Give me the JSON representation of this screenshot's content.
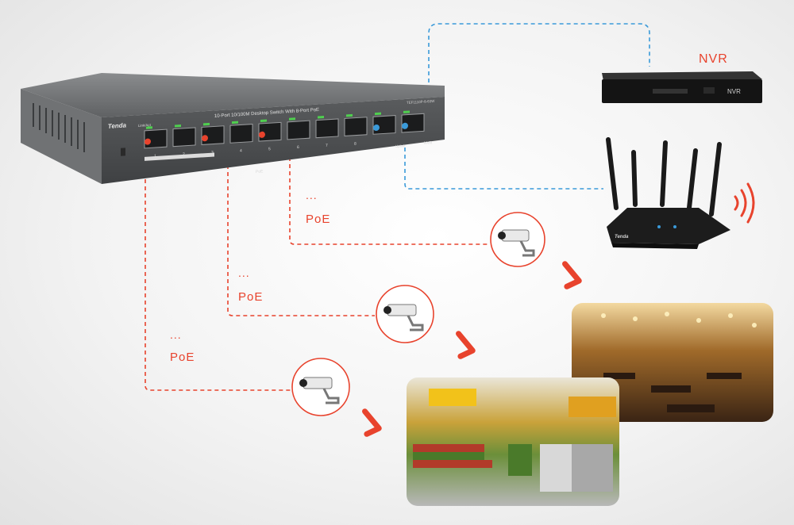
{
  "switch": {
    "brand": "Tenda",
    "title": "10-Port 10/100M Desktop Switch With 8-Port PoE",
    "model": "TEF1110P-8-63W",
    "link_act": "Link/Act",
    "port_numbers": [
      "1",
      "2",
      "3",
      "4",
      "5",
      "6",
      "7",
      "8"
    ],
    "poe_text": "PoE",
    "uplink": "Uplink",
    "nvr_port": "NVR"
  },
  "nvr": {
    "label": "NVR",
    "device_text": "NVR"
  },
  "router": {
    "brand": "Tenda"
  },
  "links": [
    {
      "dots": "...",
      "label": "PoE"
    },
    {
      "dots": "...",
      "label": "PoE"
    },
    {
      "dots": "...",
      "label": "PoE"
    }
  ],
  "colors": {
    "poe_line": "#e8432d",
    "data_line": "#3a9ad9",
    "switch_body": "#6b6d6f"
  },
  "icons": [
    "camera-icon",
    "wifi-signal-icon",
    "arrow-icon"
  ]
}
